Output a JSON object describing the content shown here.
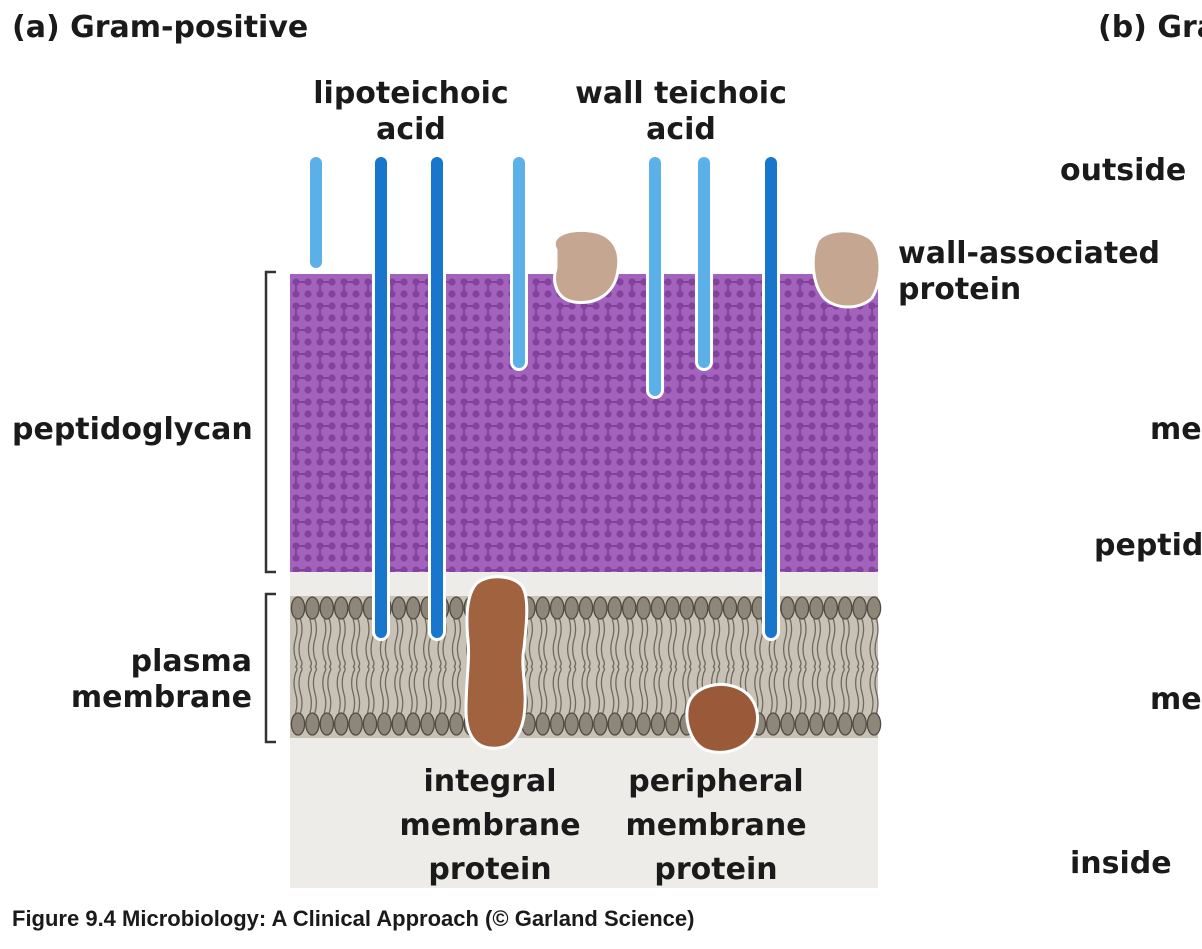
{
  "panel_a": {
    "title": "(a) Gram-positive",
    "labels": {
      "lipoteichoic_1": "lipoteichoic",
      "lipoteichoic_2": "acid",
      "wall_teichoic_1": "wall teichoic",
      "wall_teichoic_2": "acid",
      "wall_assoc_1": "wall-associated",
      "wall_assoc_2": "protein",
      "peptidoglycan": "peptidoglycan",
      "plasma_1": "plasma",
      "plasma_2": "membrane",
      "integral_1": "integral",
      "integral_2": "membrane",
      "integral_3": "protein",
      "peripheral_1": "peripheral",
      "peripheral_2": "membrane",
      "peripheral_3": "protein"
    }
  },
  "panel_b": {
    "title": "(b) Gra",
    "labels": {
      "outside": "outside",
      "me_1": "me",
      "peptid": "peptid",
      "me_2": "me",
      "inside": "inside"
    }
  },
  "caption": "Figure 9.4  Microbiology: A Clinical Approach (© Garland Science)",
  "colors": {
    "peptidoglycan": "#9b59b5",
    "peptidoglycan_dots": "#7d3f98",
    "membrane": "#c9c3b8",
    "lipid_heads": "#8a8377",
    "cytoplasm": "#efedeb",
    "lipoteichoic": "#1a7fd1",
    "wall_teichoic": "#5fb2e6",
    "wall_protein": "#c4a78e",
    "membrane_protein": "#9a5a3a"
  }
}
